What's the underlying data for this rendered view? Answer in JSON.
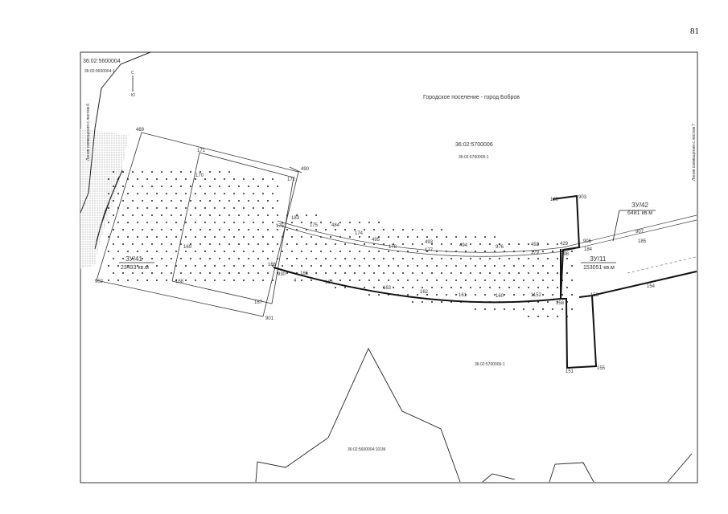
{
  "page_number": "81",
  "cadastral": {
    "block_top_left": "36:02:5600004",
    "block_top_left_sub": "36:02:5600004:1",
    "settlement": "Городское поселение - город Бобров",
    "block_center": "36:02:5700006",
    "block_center_sub": "36:02:5700006:1",
    "block_lower": "36:02:5700006:1",
    "block_bottom": "36:02:5600004:101M",
    "left_vertical": "Линия совмещения с листом 6",
    "right_vertical": "Линия совмещения с листом 7"
  },
  "north_arrow": {
    "top": "С",
    "bottom": "Ю"
  },
  "plots": [
    {
      "id": "ЗУ/41",
      "area": "23493 кв.м"
    },
    {
      "id": "ЗУ/11",
      "area": "153051 кв.м"
    },
    {
      "id": "ЗУ/42",
      "area": "6481 кв.м"
    }
  ],
  "points": [
    "489",
    "171",
    "490",
    "172",
    "902",
    "170",
    "168",
    "169",
    "167",
    "901",
    "1751",
    "183",
    "175",
    "484",
    "174",
    "495",
    "178",
    "493",
    "177",
    "494",
    "976",
    "492",
    "179",
    "166",
    "165",
    "164",
    "163",
    "162",
    "161",
    "160",
    "1152",
    "158",
    "930",
    "429",
    "184",
    "903",
    "180",
    "906",
    "907",
    "185",
    "156",
    "154",
    "151",
    "155",
    "898",
    "4"
  ],
  "colors": {
    "line": "#222222",
    "frame": "#333333",
    "hatch": "#bbbbbb"
  }
}
